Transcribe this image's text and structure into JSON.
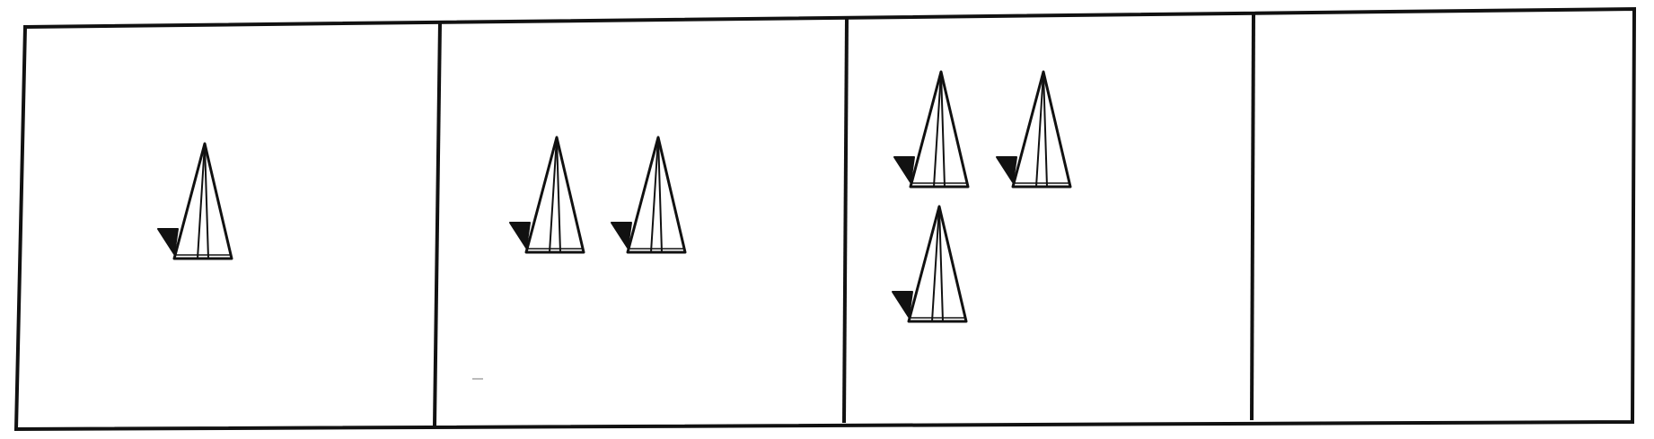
{
  "figure": {
    "panels": [
      {
        "id": 1,
        "pyramid_count": 1
      },
      {
        "id": 2,
        "pyramid_count": 2
      },
      {
        "id": 3,
        "pyramid_count": 3
      },
      {
        "id": 4,
        "pyramid_count": 0
      }
    ],
    "colors": {
      "background": "#ffffff",
      "stroke": "#111111",
      "shadow": "#111111"
    },
    "icon": "pyramid-icon"
  }
}
